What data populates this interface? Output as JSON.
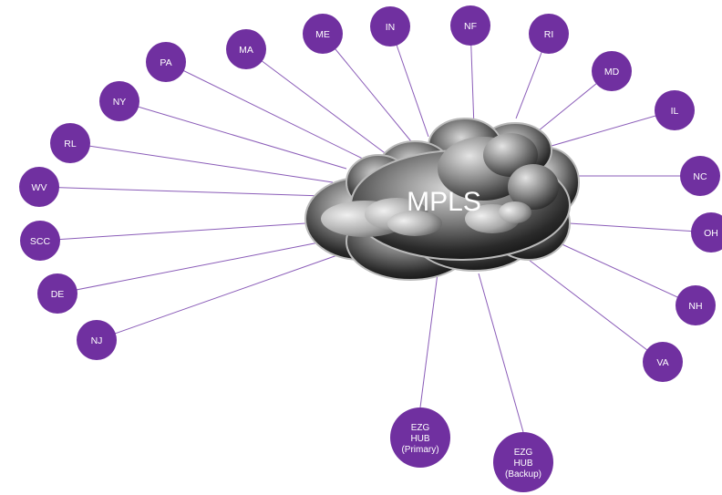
{
  "diagram": {
    "center": {
      "label": "MPLS",
      "shape": "cloud-icon"
    },
    "colors": {
      "node_fill": "#7030a0",
      "link_stroke": "#8a5cb8",
      "node_text": "#ffffff",
      "cloud_dark": "#1a1a1a",
      "cloud_light": "#d0d0d0"
    },
    "sites": [
      {
        "id": "me",
        "label": "ME"
      },
      {
        "id": "in",
        "label": "IN"
      },
      {
        "id": "nf",
        "label": "NF"
      },
      {
        "id": "ri",
        "label": "RI"
      },
      {
        "id": "ma",
        "label": "MA"
      },
      {
        "id": "pa",
        "label": "PA"
      },
      {
        "id": "md",
        "label": "MD"
      },
      {
        "id": "ny",
        "label": "NY"
      },
      {
        "id": "il",
        "label": "IL"
      },
      {
        "id": "rl",
        "label": "RL"
      },
      {
        "id": "nc",
        "label": "NC"
      },
      {
        "id": "wv",
        "label": "WV"
      },
      {
        "id": "oh",
        "label": "OH"
      },
      {
        "id": "scc",
        "label": "SCC"
      },
      {
        "id": "de",
        "label": "DE"
      },
      {
        "id": "nh",
        "label": "NH"
      },
      {
        "id": "nj",
        "label": "NJ"
      },
      {
        "id": "va",
        "label": "VA"
      }
    ],
    "hubs": [
      {
        "id": "primary",
        "lines": [
          "EZG",
          "HUB",
          "(Primary)"
        ]
      },
      {
        "id": "backup",
        "lines": [
          "EZG",
          "HUB",
          "(Backup)"
        ]
      }
    ]
  }
}
